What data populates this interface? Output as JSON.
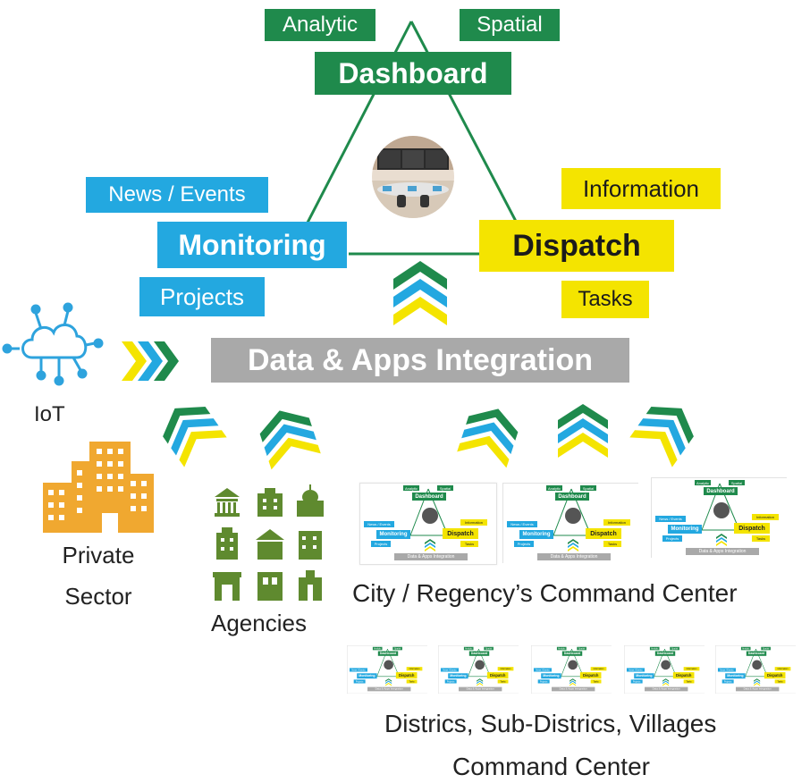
{
  "top_labels": {
    "analytic": "Analytic",
    "spatial": "Spatial",
    "dashboard": "Dashboard",
    "news_events": "News / Events",
    "monitoring": "Monitoring",
    "projects": "Projects",
    "information": "Information",
    "dispatch": "Dispatch",
    "tasks": "Tasks"
  },
  "integration": {
    "label": "Data & Apps Integration"
  },
  "sources": {
    "iot": "IoT",
    "private_sector_line1": "Private",
    "private_sector_line2": "Sector",
    "agencies": "Agencies",
    "city_command_center": "City / Regency’s Command Center",
    "district_line1": "Districs, Sub-Districs, Villages",
    "district_line2": "Command Center"
  },
  "mini": {
    "analytic": "Analytic",
    "spatial": "Spatial",
    "dashboard": "Dashboard",
    "news_events": "News / Events",
    "monitoring": "Monitoring",
    "projects": "Projects",
    "information": "Information",
    "dispatch": "Dispatch",
    "tasks": "Tasks",
    "integration": "Data & Apps Integration"
  },
  "colors": {
    "green": "#1f8a4c",
    "blue": "#23a8e0",
    "yellow": "#f4e400",
    "gray": "#a9a9a9",
    "orange": "#f0a830",
    "olive": "#5f8a2f"
  },
  "icons": [
    "command-room-icon",
    "cloud-iot-icon",
    "buildings-icon",
    "government-buildings-icon",
    "chevron-arrow-icon"
  ]
}
